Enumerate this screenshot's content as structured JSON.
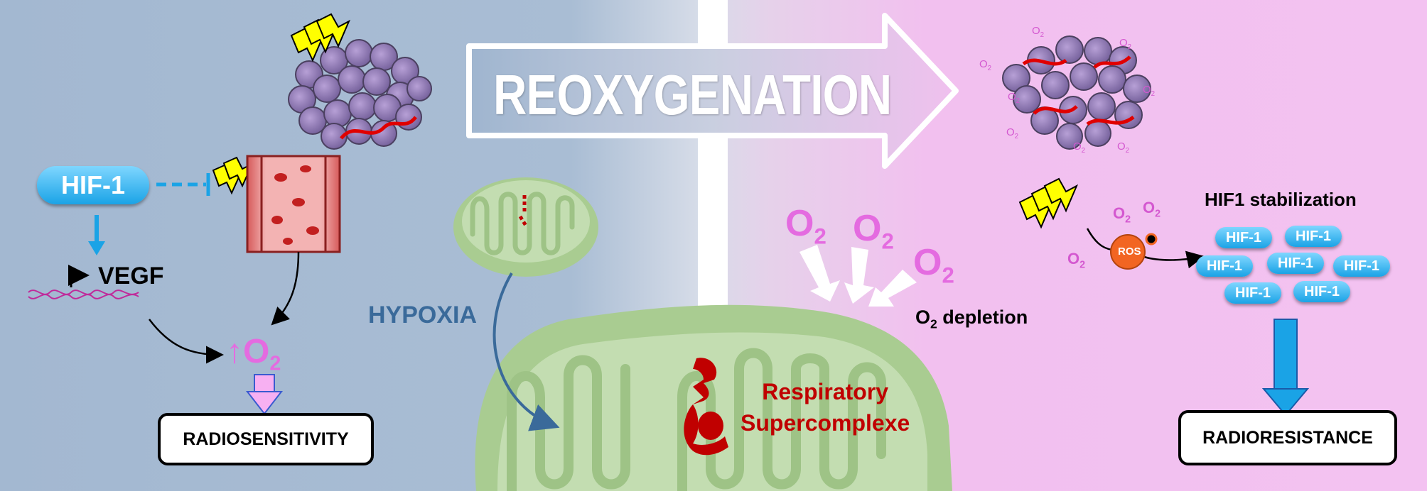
{
  "header": {
    "reoxygenation": "REOXYGENATION"
  },
  "left": {
    "hif1": "HIF-1",
    "vegf": "VEGF",
    "o2_up": "↑O",
    "o2_sub": "2",
    "radiosensitivity": "RADIOSENSITIVITY"
  },
  "middle": {
    "hypoxia": "HYPOXIA",
    "respiratory_line1": "Respiratory",
    "respiratory_line2": "Supercomplexe"
  },
  "right": {
    "o2_big": "O",
    "o2_sub": "2",
    "o2_depletion": "O",
    "o2_depletion_sub": "2",
    "o2_depletion_rest": " depletion",
    "ros": "ROS",
    "hif1_stabilization": "HIF1 stabilization",
    "hif1_small": "HIF-1",
    "radioresistance": "RADIORESISTANCE"
  },
  "colors": {
    "left_bg": "#a7bbd3",
    "right_bg": "#f3c2f1",
    "pill_blue": "#1aa3e6",
    "mito_green": "#a9cc91",
    "respiratory_red": "#c00000",
    "hypoxia_blue": "#3a6a9a",
    "o2_pink": "#e46be0",
    "ros_orange": "#f26522",
    "lightning_yellow": "#ffff00"
  }
}
